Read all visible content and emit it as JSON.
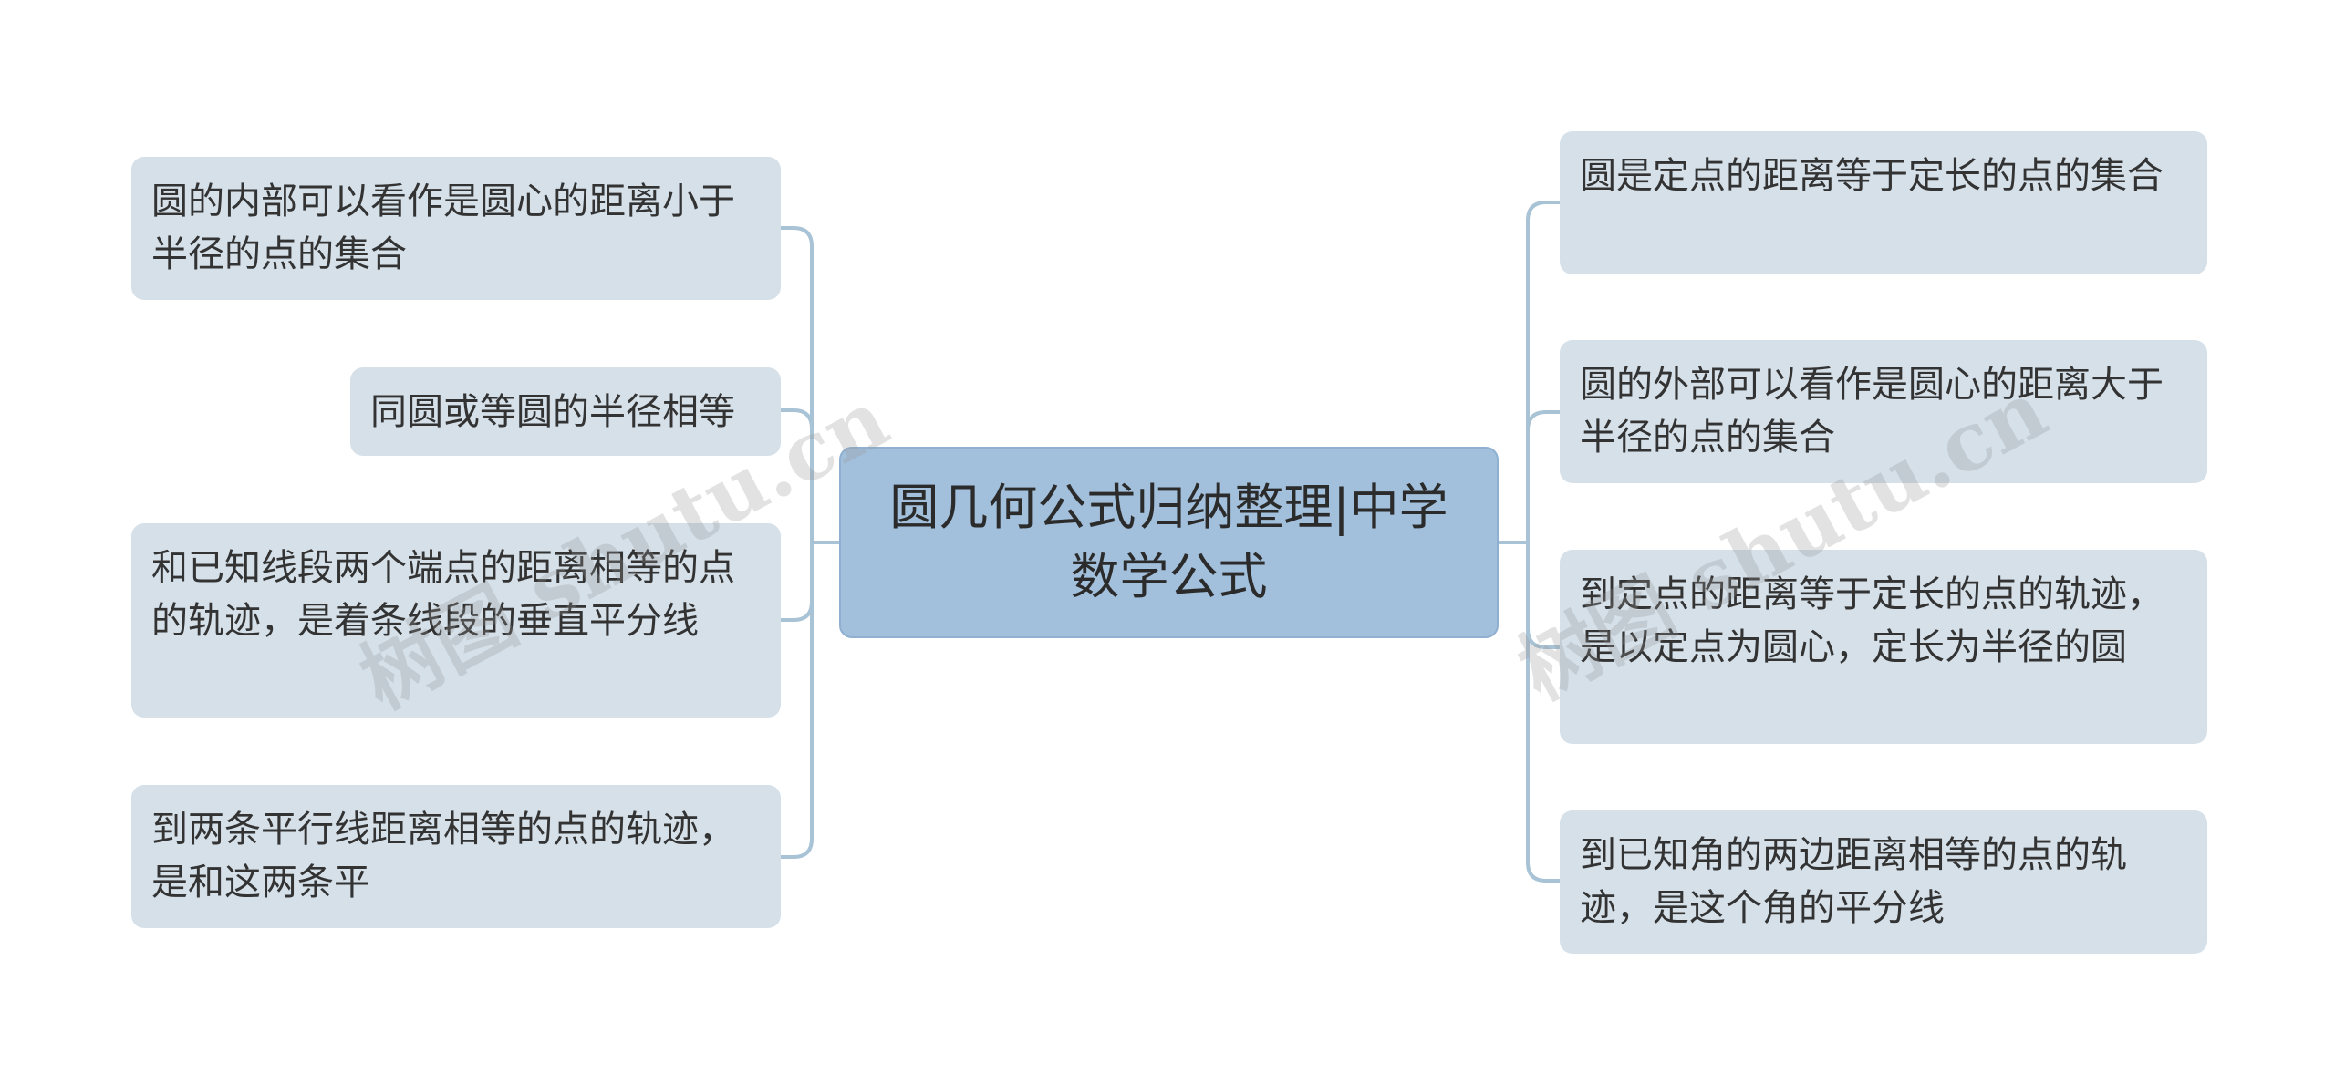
{
  "root": {
    "text": "圆几何公式归纳整理|中学数学公式"
  },
  "left_nodes": [
    {
      "text": "圆的内部可以看作是圆心的距离小于半径的点的集合"
    },
    {
      "text": "同圆或等圆的半径相等"
    },
    {
      "text": "和已知线段两个端点的距离相等的点的轨迹，是着条线段的垂直平分线"
    },
    {
      "text": "到两条平行线距离相等的点的轨迹，是和这两条平"
    }
  ],
  "right_nodes": [
    {
      "text": "圆是定点的距离等于定长的点的集合"
    },
    {
      "text": "圆的外部可以看作是圆心的距离大于半径的点的集合"
    },
    {
      "text": "到定点的距离等于定长的点的轨迹，是以定点为圆心，定长为半径的圆"
    },
    {
      "text": "到已知角的两边距离相等的点的轨迹，是这个角的平分线"
    }
  ],
  "watermarks": [
    {
      "text": "树图 shutu.cn"
    },
    {
      "text": "树图 shutu.cn"
    }
  ],
  "colors": {
    "root_fill": "#a2bfdb",
    "node_fill": "#d5e0e9",
    "connector": "#a9c3d6"
  }
}
